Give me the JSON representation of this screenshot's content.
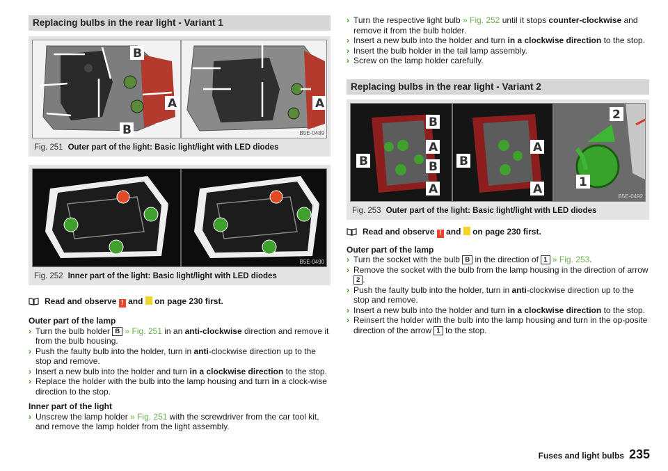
{
  "left": {
    "section_title": "Replacing bulbs in the rear light - Variant 1",
    "fig251": {
      "num": "Fig. 251",
      "caption": "Outer part of the light: Basic light/light with LED diodes",
      "code": "B5E-0489",
      "labels": {
        "b": "B",
        "a": "A"
      }
    },
    "fig252": {
      "num": "Fig. 252",
      "caption": "Inner part of the light: Basic light/light with LED diodes",
      "code": "B5E-0490"
    },
    "warning": {
      "pre": "Read and observe",
      "and": "and",
      "post": "on page 230 first.",
      "icon_red": "!"
    },
    "outer_heading": "Outer part of the lamp",
    "outer_steps": [
      {
        "t1": "Turn the bulb holder",
        "key": "B",
        "ref": "» Fig. 251",
        "t2": "in an",
        "bold": "anti-clockwise",
        "t3": "direction and remove it from the bulb housing."
      },
      {
        "t1": "Push the faulty bulb into the holder, turn in",
        "bold": "anti",
        "t2": "-clockwise direction up to the stop and remove."
      },
      {
        "t1": "Insert a new bulb into the holder and turn",
        "bold": "in a clockwise direction",
        "t2": "to the stop."
      },
      {
        "t1": "Replace the holder with the bulb into the lamp housing and turn",
        "bold": "in",
        "t2": "a clock-wise direction to the stop."
      }
    ],
    "inner_heading": "Inner part of the light",
    "inner_steps": [
      {
        "t1": "Unscrew the lamp holder",
        "ref": "» Fig. 251",
        "t2": "with the screwdriver from the car tool kit, and remove the lamp holder from the light assembly."
      }
    ]
  },
  "right": {
    "top_steps": [
      {
        "t1": "Turn the respective light bulb",
        "ref": "» Fig. 252",
        "t2": "until it stops",
        "bold": "counter-clockwise",
        "t3": "and remove it from the bulb holder."
      },
      {
        "t1": "Insert a new bulb into the holder and turn",
        "bold": "in a clockwise direction",
        "t2": "to the stop."
      },
      {
        "t1": "Insert the bulb holder in the tail lamp assembly."
      },
      {
        "t1": "Screw on the lamp holder carefully."
      }
    ],
    "section_title": "Replacing bulbs in the rear light - Variant 2",
    "fig253": {
      "num": "Fig. 253",
      "caption": "Outer part of the light: Basic light/light with LED diodes",
      "code": "B5E-0492",
      "labels": {
        "b": "B",
        "a": "A",
        "n1": "1",
        "n2": "2"
      }
    },
    "warning": {
      "pre": "Read and observe",
      "and": "and",
      "post": "on page 230 first.",
      "icon_red": "!"
    },
    "outer_heading": "Outer part of the lamp",
    "steps": [
      {
        "t1": "Turn the socket with the bulb",
        "key": "B",
        "t2": "in the direction of",
        "key2": "1",
        "ref": "» Fig. 253",
        "t3": "."
      },
      {
        "t1": "Remove the socket with the bulb from the lamp housing in the direction of arrow",
        "key": "2",
        "t2": "."
      },
      {
        "t1": "Push the faulty bulb into the holder, turn in",
        "bold": "anti",
        "t2": "-clockwise direction up to the stop and remove."
      },
      {
        "t1": "Insert a new bulb into the holder and turn",
        "bold": "in a clockwise direction",
        "t2": "to the stop."
      },
      {
        "t1": "Reinsert the holder with the bulb into the lamp housing and turn in the op-posite direction of the arrow",
        "key": "1",
        "t2": "to the stop."
      }
    ]
  },
  "footer": {
    "chapter": "Fuses and light bulbs",
    "page": "235"
  },
  "colors": {
    "accent_green": "#3d9a25",
    "xref_green": "#6ab04c",
    "warn_red": "#e8452a",
    "warn_yellow": "#f5d42a",
    "section_bg": "#d6d6d6",
    "figure_bg": "#e4e4e4"
  }
}
